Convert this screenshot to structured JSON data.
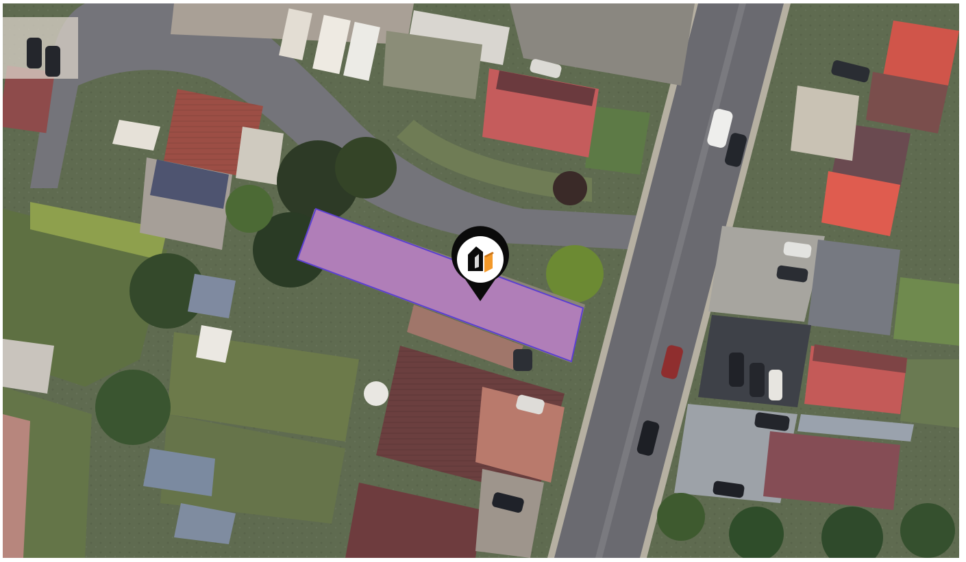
{
  "map": {
    "view": "satellite",
    "colors": {
      "plot_fill": "#c77be0",
      "plot_stroke": "#5a3fd0",
      "pin_body": "#0a0a0a",
      "pin_ring": "#ffffff",
      "pin_accent": "#f3992a",
      "road": "#6e6e72",
      "grass": "#5d7043"
    },
    "marker": {
      "icon": "property-pin-icon",
      "symbol": "house-in-pin"
    },
    "highlight": {
      "type": "property-boundary-polygon"
    }
  }
}
